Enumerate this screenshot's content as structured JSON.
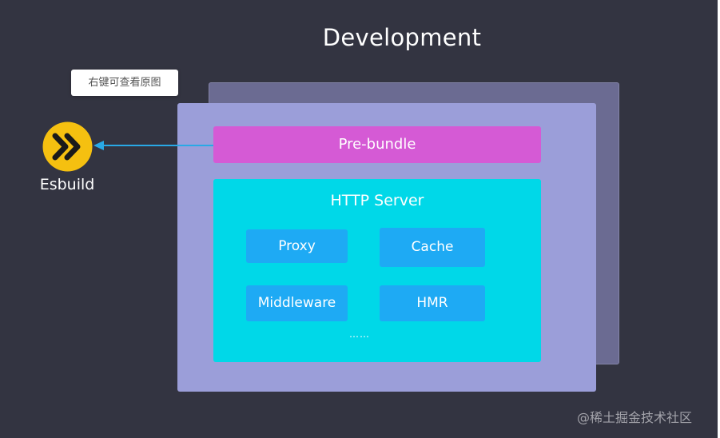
{
  "title": "Development",
  "tooltip": "右键可查看原图",
  "esbuild": {
    "label": "Esbuild",
    "icon": "esbuild-chevrons-icon",
    "icon_color": "#f5c010"
  },
  "prebundle": {
    "label": "Pre-bundle"
  },
  "http_server": {
    "title": "HTTP Server",
    "modules": [
      "Proxy",
      "Cache",
      "Middleware",
      "HMR"
    ],
    "more": "……"
  },
  "watermark": "@稀土掘金技术社区",
  "colors": {
    "background": "#333441",
    "back_card": "#6b6b92",
    "front_card": "#9b9ed9",
    "prebundle": "#d55ad5",
    "http_server": "#00d8e8",
    "module": "#1eaaf4",
    "arrow": "#29a9e6"
  }
}
